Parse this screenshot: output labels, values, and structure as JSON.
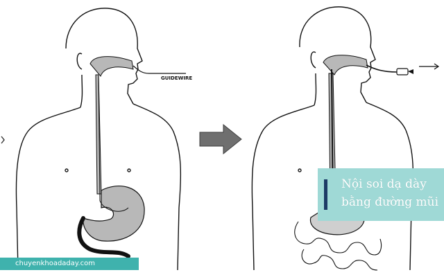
{
  "diagram": {
    "guidewire_label": "GUIDEWIRE",
    "caption": {
      "line1": "Nội soi dạ dày",
      "line2": "bằng đường mũi"
    },
    "watermark": "chuyenkhoadaday.com",
    "colors": {
      "outline": "#111111",
      "tract_fill": "#b8b8b8",
      "arrow": "#6f6f6f",
      "caption_bg": "#9fd9d6",
      "caption_bar": "#1c3a66",
      "watermark_bg": "#3fb2ad"
    }
  }
}
